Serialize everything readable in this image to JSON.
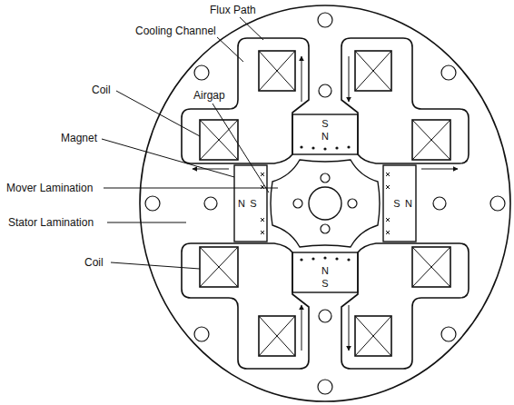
{
  "diagram": {
    "labels": [
      "Flux Path",
      "Cooling Channel",
      "Coil",
      "Airgap",
      "Magnet",
      "Mover Lamination",
      "Stator Lamination",
      "Coil",
      "S",
      "N",
      "N",
      "S",
      "S",
      "N",
      "N",
      "S"
    ]
  }
}
